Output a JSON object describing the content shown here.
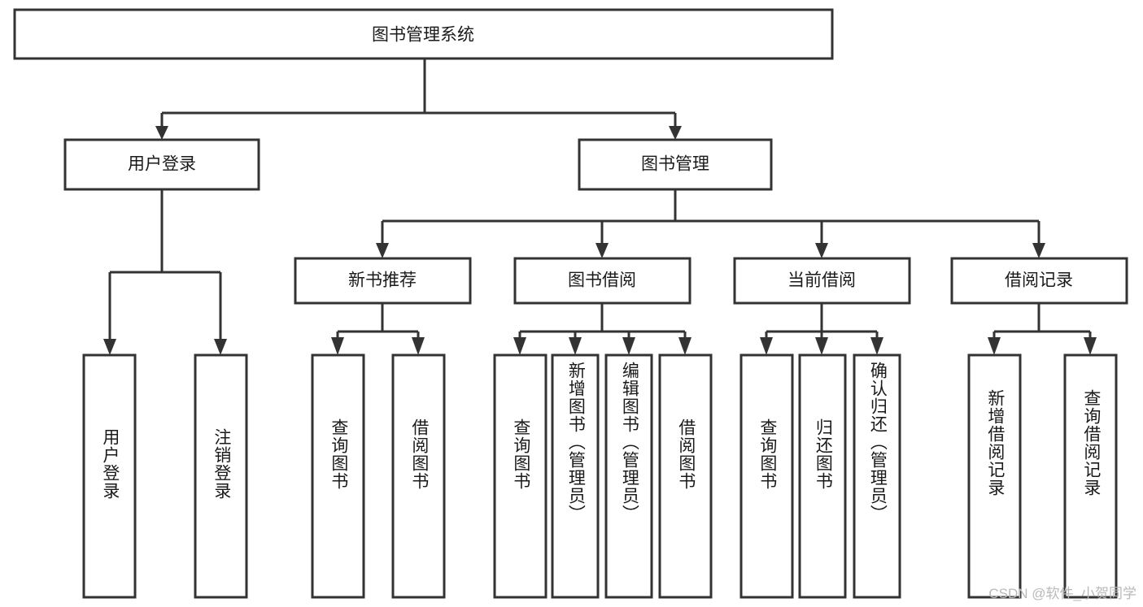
{
  "diagram": {
    "type": "tree-flowchart",
    "title_node": "图书管理系统",
    "watermark": "CSDN @软件_小贺同学",
    "colors": {
      "stroke": "#333333",
      "fill": "#ffffff",
      "text": "#1a1a1a",
      "watermark": "#b9b9b9",
      "background": "#ffffff"
    },
    "nodes": {
      "root": {
        "label": "图书管理系统",
        "orientation": "horizontal"
      },
      "level2": [
        {
          "id": "user-login",
          "label": "用户登录",
          "orientation": "horizontal"
        },
        {
          "id": "book-manage",
          "label": "图书管理",
          "orientation": "horizontal"
        }
      ],
      "level3": [
        {
          "id": "new-book-recommend",
          "label": "新书推荐",
          "orientation": "horizontal"
        },
        {
          "id": "book-borrow",
          "label": "图书借阅",
          "orientation": "horizontal"
        },
        {
          "id": "current-borrow",
          "label": "当前借阅",
          "orientation": "horizontal"
        },
        {
          "id": "borrow-record",
          "label": "借阅记录",
          "orientation": "horizontal"
        }
      ],
      "leaves": [
        {
          "id": "leaf-user-login",
          "label": "用户登录",
          "parent": "user-login",
          "orientation": "vertical"
        },
        {
          "id": "leaf-logout-login",
          "label": "注销登录",
          "parent": "user-login",
          "orientation": "vertical"
        },
        {
          "id": "leaf-query-book-1",
          "label": "查询图书",
          "parent": "new-book-recommend",
          "orientation": "vertical"
        },
        {
          "id": "leaf-borrow-book-1",
          "label": "借阅图书",
          "parent": "new-book-recommend",
          "orientation": "vertical"
        },
        {
          "id": "leaf-query-book-2",
          "label": "查询图书",
          "parent": "book-borrow",
          "orientation": "vertical"
        },
        {
          "id": "leaf-add-book",
          "label": "新增图书（管理员）",
          "parent": "book-borrow",
          "orientation": "vertical"
        },
        {
          "id": "leaf-edit-book",
          "label": "编辑图书（管理员）",
          "parent": "book-borrow",
          "orientation": "vertical"
        },
        {
          "id": "leaf-borrow-book-2",
          "label": "借阅图书",
          "parent": "book-borrow",
          "orientation": "vertical"
        },
        {
          "id": "leaf-query-book-3",
          "label": "查询图书",
          "parent": "current-borrow",
          "orientation": "vertical"
        },
        {
          "id": "leaf-return-book",
          "label": "归还图书",
          "parent": "current-borrow",
          "orientation": "vertical"
        },
        {
          "id": "leaf-confirm-return",
          "label": "确认归还（管理员）",
          "parent": "current-borrow",
          "orientation": "vertical"
        },
        {
          "id": "leaf-add-record",
          "label": "新增借阅记录",
          "parent": "borrow-record",
          "orientation": "vertical"
        },
        {
          "id": "leaf-query-record",
          "label": "查询借阅记录",
          "parent": "borrow-record",
          "orientation": "vertical"
        }
      ],
      "edges": [
        {
          "from": "root",
          "to": "user-login"
        },
        {
          "from": "root",
          "to": "book-manage"
        },
        {
          "from": "user-login",
          "to": "leaf-user-login"
        },
        {
          "from": "user-login",
          "to": "leaf-logout-login"
        },
        {
          "from": "book-manage",
          "to": "new-book-recommend"
        },
        {
          "from": "book-manage",
          "to": "book-borrow"
        },
        {
          "from": "book-manage",
          "to": "current-borrow"
        },
        {
          "from": "book-manage",
          "to": "borrow-record"
        },
        {
          "from": "new-book-recommend",
          "to": "leaf-query-book-1"
        },
        {
          "from": "new-book-recommend",
          "to": "leaf-borrow-book-1"
        },
        {
          "from": "book-borrow",
          "to": "leaf-query-book-2"
        },
        {
          "from": "book-borrow",
          "to": "leaf-add-book"
        },
        {
          "from": "book-borrow",
          "to": "leaf-edit-book"
        },
        {
          "from": "book-borrow",
          "to": "leaf-borrow-book-2"
        },
        {
          "from": "current-borrow",
          "to": "leaf-query-book-3"
        },
        {
          "from": "current-borrow",
          "to": "leaf-return-book"
        },
        {
          "from": "current-borrow",
          "to": "leaf-confirm-return"
        },
        {
          "from": "borrow-record",
          "to": "leaf-add-record"
        },
        {
          "from": "borrow-record",
          "to": "leaf-query-record"
        }
      ]
    }
  }
}
